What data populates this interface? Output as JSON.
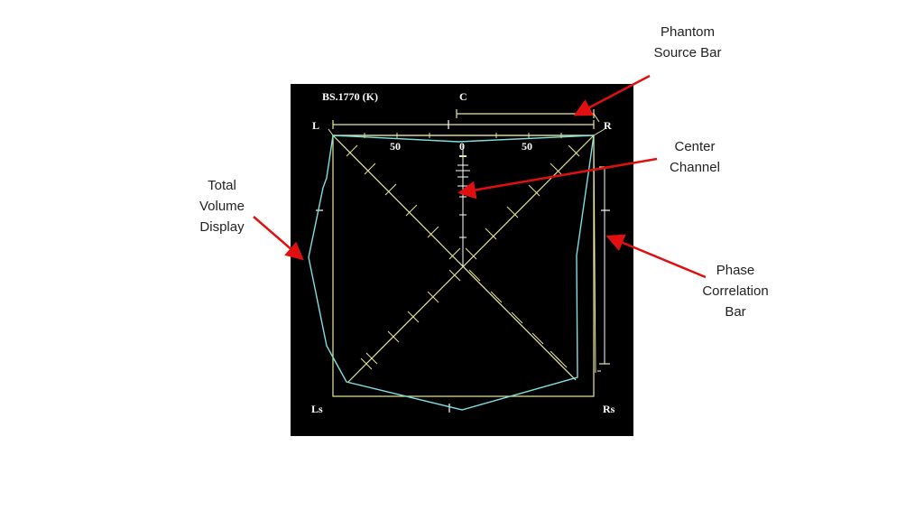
{
  "callouts": {
    "phantom_source_bar": "Phantom\nSource Bar",
    "center_channel": "Center\nChannel",
    "total_volume_display": "Total\nVolume\nDisplay",
    "phase_correlation_bar": "Phase\nCorrelation\nBar"
  },
  "scope": {
    "mode_label": "BS.1770 (K)",
    "channel_labels": {
      "center": "C",
      "left": "L",
      "right": "R",
      "left_surround": "Ls",
      "right_surround": "Rs"
    },
    "scale_left": "50",
    "scale_zero": "0",
    "scale_right": "50"
  },
  "colors": {
    "panel_background": "#000000",
    "grid_yellow": "#e8e89a",
    "volume_cyan": "#7fdfe0",
    "arrow_red": "#e01010"
  }
}
